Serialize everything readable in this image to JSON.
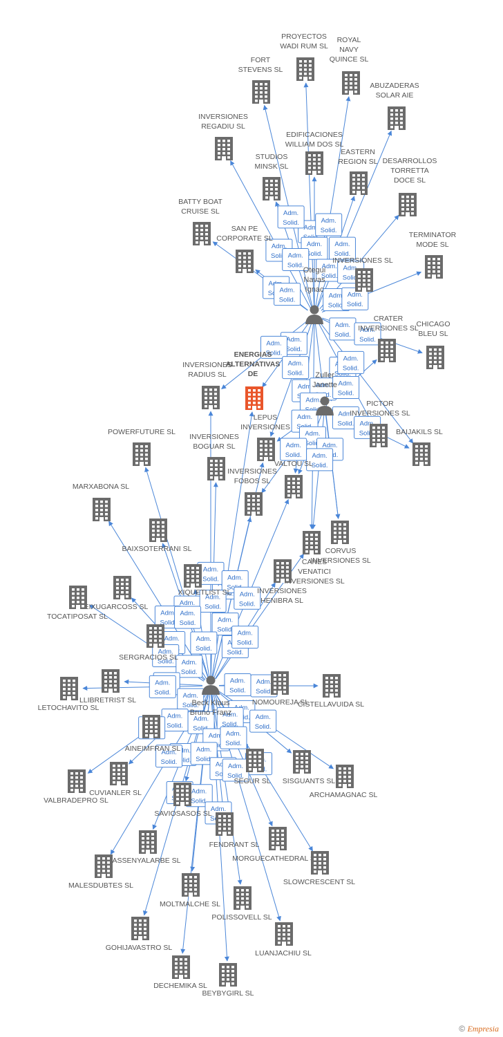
{
  "colors": {
    "edge": "#4a86d8",
    "company": "#6b6b6b",
    "focus": "#e9562b",
    "person": "#6b6b6b",
    "badge_border": "#4a86d8"
  },
  "edge_label": [
    "Adm.",
    "Solid."
  ],
  "footer": {
    "copyright": "©",
    "brand": "Empresia"
  },
  "persons": [
    {
      "id": "p1",
      "lines": [
        "Otegui",
        "Navas",
        "Ignac"
      ]
    },
    {
      "id": "p2",
      "lines": [
        "Zuller",
        "Janette"
      ]
    },
    {
      "id": "p3",
      "lines": [
        "Beck Klaus",
        "Bruno Franz"
      ]
    }
  ],
  "companies": [
    {
      "id": "c1",
      "lines": [
        "PROYECTOS",
        "WADI RUM SL"
      ]
    },
    {
      "id": "c2",
      "lines": [
        "ROYAL",
        "NAVY",
        "QUINCE SL"
      ]
    },
    {
      "id": "c3",
      "lines": [
        "FORT",
        "STEVENS SL"
      ]
    },
    {
      "id": "c4",
      "lines": [
        "ABUZADERAS",
        "SOLAR AIE"
      ]
    },
    {
      "id": "c5",
      "lines": [
        "INVERSIONES",
        "REGADIU SL"
      ]
    },
    {
      "id": "c6",
      "lines": [
        "EDIFICACIONES",
        "WILLIAM DOS SL"
      ]
    },
    {
      "id": "c7",
      "lines": [
        "EASTERN",
        "REGION SL"
      ]
    },
    {
      "id": "c8",
      "lines": [
        "DESARROLLOS",
        "TORRETTA",
        "DOCE SL"
      ]
    },
    {
      "id": "c9",
      "lines": [
        "STUDIOS",
        "MINSK SL"
      ]
    },
    {
      "id": "c10",
      "lines": [
        "BATTY BOAT",
        "CRUISE SL"
      ]
    },
    {
      "id": "c11",
      "lines": [
        "SAN PE",
        "CORPORATE SL"
      ]
    },
    {
      "id": "c12",
      "lines": [
        "INVERSIONES SL"
      ]
    },
    {
      "id": "c13",
      "lines": [
        "TERMINATOR",
        "MODE SL"
      ]
    },
    {
      "id": "c14",
      "lines": [
        "CRATER",
        "INVERSIONES SL"
      ]
    },
    {
      "id": "c15",
      "lines": [
        "CHICAGO",
        "BLEU SL"
      ]
    },
    {
      "id": "c16",
      "lines": [
        "ENERGIAS",
        "ALTERNATIVAS",
        "DE"
      ]
    },
    {
      "id": "c17",
      "lines": [
        "INVERSIONES",
        "RADIUS SL"
      ]
    },
    {
      "id": "c18",
      "lines": [
        "PICTOR",
        "INVERSIONES SL"
      ]
    },
    {
      "id": "c19",
      "lines": [
        "BAIJAKILS SL"
      ]
    },
    {
      "id": "c20",
      "lines": [
        "LEPUS",
        "INVERSIONES"
      ]
    },
    {
      "id": "c21",
      "lines": [
        "POWERFUTURE SL"
      ]
    },
    {
      "id": "c22",
      "lines": [
        "INVERSIONES",
        "BOGUAR SL"
      ]
    },
    {
      "id": "c23",
      "lines": [
        "VALTOU SL"
      ]
    },
    {
      "id": "c24",
      "lines": [
        "INVERSIONES",
        "FOBOS SL"
      ]
    },
    {
      "id": "c25",
      "lines": [
        "MARXABONA SL"
      ]
    },
    {
      "id": "c26",
      "lines": [
        "CORVUS",
        "INVERSIONES SL"
      ]
    },
    {
      "id": "c27",
      "lines": [
        "CANES",
        "VENATICI",
        "INVERSIONES SL"
      ]
    },
    {
      "id": "c28",
      "lines": [
        "BAIXSOTERRANI SL"
      ]
    },
    {
      "id": "c29",
      "lines": [
        "INVERSIONES",
        "HENIBRA SL"
      ]
    },
    {
      "id": "c30",
      "lines": [
        "XIQUETLIST SL"
      ]
    },
    {
      "id": "c31",
      "lines": [
        "EIXUGARCOSS SL"
      ]
    },
    {
      "id": "c32",
      "lines": [
        "TOCATIPOSAT SL"
      ]
    },
    {
      "id": "c33",
      "lines": [
        "SERGRACIOS SL"
      ]
    },
    {
      "id": "c34",
      "lines": [
        "LLIBRETRIST SL"
      ]
    },
    {
      "id": "c35",
      "lines": [
        "LETOCHAVITO SL"
      ]
    },
    {
      "id": "c36",
      "lines": [
        "NOMOUREJA SL"
      ]
    },
    {
      "id": "c37",
      "lines": [
        "CISTELLAVUIDA SL"
      ]
    },
    {
      "id": "c38",
      "lines": [
        "AINEIMFRAN SL"
      ]
    },
    {
      "id": "c39",
      "lines": [
        "CUVIANLER SL"
      ]
    },
    {
      "id": "c40",
      "lines": [
        "VALBRADEPRO SL"
      ]
    },
    {
      "id": "c41",
      "lines": [
        "SISGUANTS SL"
      ]
    },
    {
      "id": "c42",
      "lines": [
        "ARCHAMAGNAC SL"
      ]
    },
    {
      "id": "c43",
      "lines": [
        "SEGUR SL"
      ]
    },
    {
      "id": "c44",
      "lines": [
        "SAVIOSASOS SL"
      ]
    },
    {
      "id": "c45",
      "lines": [
        "FENDRANT SL"
      ]
    },
    {
      "id": "c46",
      "lines": [
        "ASSENYALARBE SL"
      ]
    },
    {
      "id": "c47",
      "lines": [
        "MORGUECATHEDRAL SL"
      ]
    },
    {
      "id": "c48",
      "lines": [
        "MALESDUBTES SL"
      ]
    },
    {
      "id": "c49",
      "lines": [
        "SLOWCRESCENT SL"
      ]
    },
    {
      "id": "c50",
      "lines": [
        "MOLTMALCHE SL"
      ]
    },
    {
      "id": "c51",
      "lines": [
        "POLISSOVELL SL"
      ]
    },
    {
      "id": "c52",
      "lines": [
        "GOHIJAVASTRO SL"
      ]
    },
    {
      "id": "c53",
      "lines": [
        "LUANJACHIU SL"
      ]
    },
    {
      "id": "c54",
      "lines": [
        "DECHEMIKA SL"
      ]
    },
    {
      "id": "c55",
      "lines": [
        "BEYBYGIRL SL"
      ]
    }
  ]
}
